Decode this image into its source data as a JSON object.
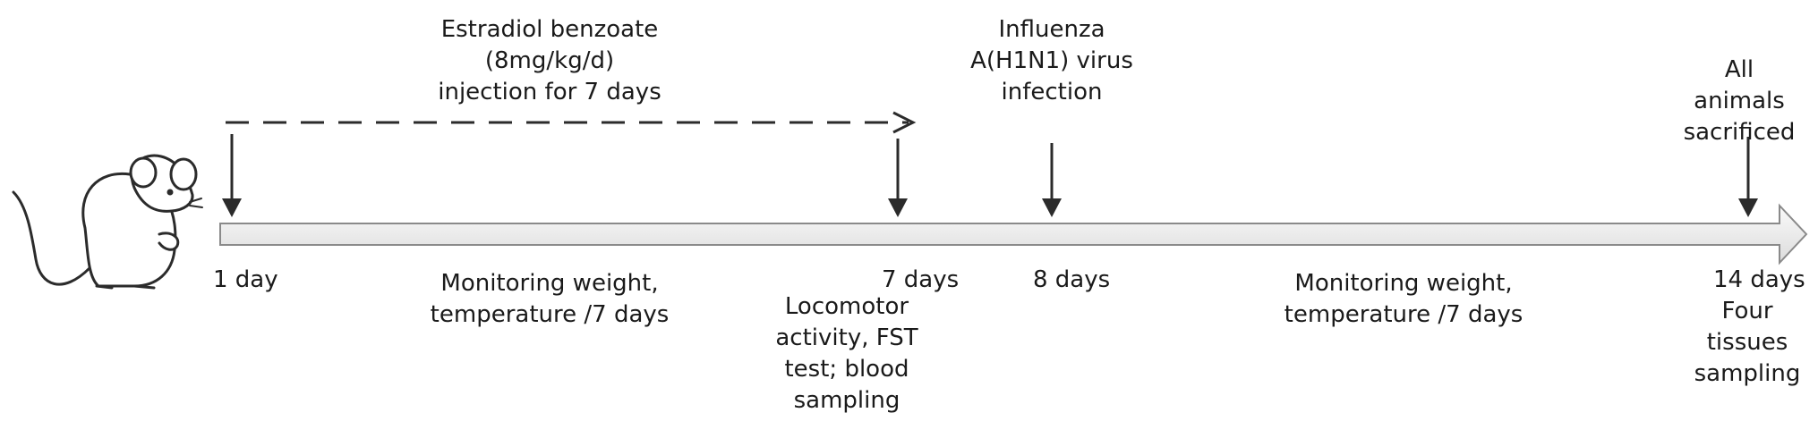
{
  "labels": {
    "estradiol": "Estradiol benzoate\n(8mg/kg/d)\ninjection for 7 days",
    "influenza": "Influenza\nA(H1N1) virus\ninfection",
    "sacrificed": "All animals\nsacrificed",
    "day1": "1 day",
    "day7": "7 days",
    "day8": "8 days",
    "day14": "14 days",
    "monitoring1": "Monitoring weight,\ntemperature /7 days",
    "monitoring2": "Monitoring weight,\ntemperature /7 days",
    "tests": "Locomotor\nactivity, FST\ntest; blood\nsampling",
    "tissues": "Four tissues\nsampling"
  },
  "colors": {
    "line": "#2b2b2b",
    "timeline_fill": "#ececec",
    "timeline_stroke": "#8a8a8a"
  },
  "icons": {
    "subject": "mouse-icon"
  }
}
